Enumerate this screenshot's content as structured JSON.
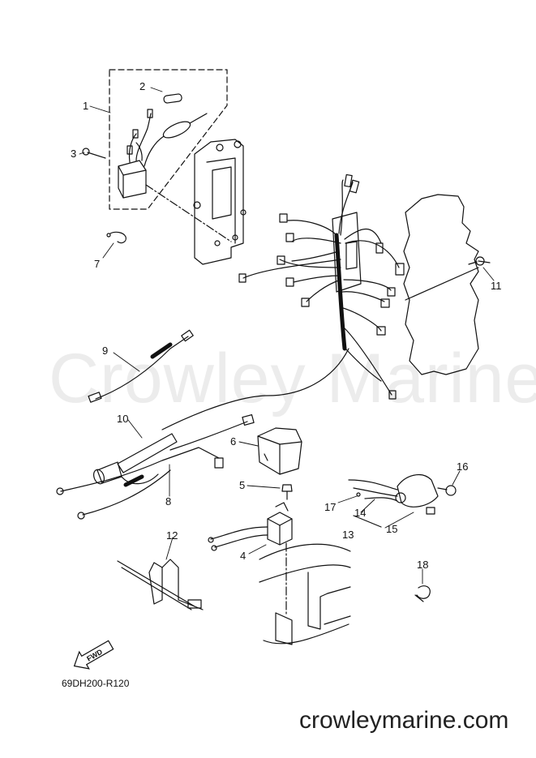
{
  "watermark": "Crowley Marine",
  "drawing_code": "69DH200-R120",
  "site_url": "crowleymarine.com",
  "fwd_label": "FWD",
  "callouts": {
    "c1": "1",
    "c2": "2",
    "c3": "3",
    "c4": "4",
    "c5": "5",
    "c6": "6",
    "c7": "7",
    "c8": "8",
    "c9": "9",
    "c10": "10",
    "c11": "11",
    "c12": "12",
    "c13": "13",
    "c14": "14",
    "c15": "15",
    "c16": "16",
    "c17": "17",
    "c18": "18"
  }
}
